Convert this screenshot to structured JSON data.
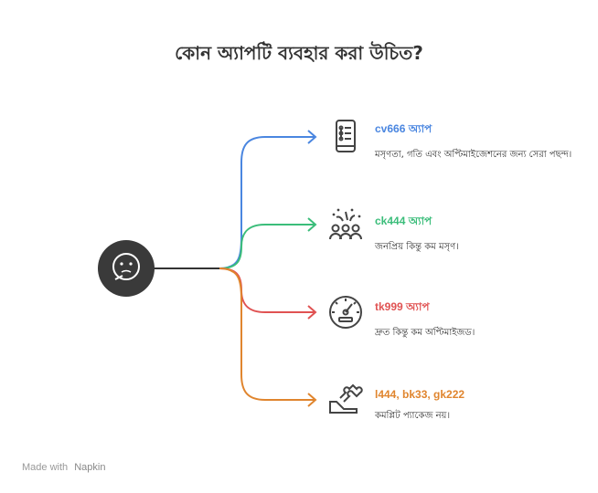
{
  "title": "কোন অ্যাপটি ব্যবহার করা উচিত?",
  "center_icon": "thinking-face-icon",
  "options": [
    {
      "label": "cv666 অ্যাপ",
      "desc": "মসৃণতা, গতি এবং অপ্টিমাইজেশনের জন্য সেরা পছন্দ।",
      "color": "#4a86e0",
      "icon": "smartphone-checklist-icon"
    },
    {
      "label": "ck444 অ্যাপ",
      "desc": "জনপ্রিয় কিন্তু কম মসৃণ।",
      "color": "#3bbd7a",
      "icon": "celebrating-crowd-icon"
    },
    {
      "label": "tk999 অ্যাপ",
      "desc": "দ্রুত কিন্তু কম অপ্টিমাইজড।",
      "color": "#e05252",
      "icon": "speedometer-icon"
    },
    {
      "label": "l444, bk33, gk222",
      "desc": "কমপ্লিট প্যাকেজ নয়।",
      "color": "#e0852e",
      "icon": "puzzle-hand-icon"
    }
  ],
  "footer": {
    "made_with": "Made with",
    "brand": "Napkin"
  }
}
